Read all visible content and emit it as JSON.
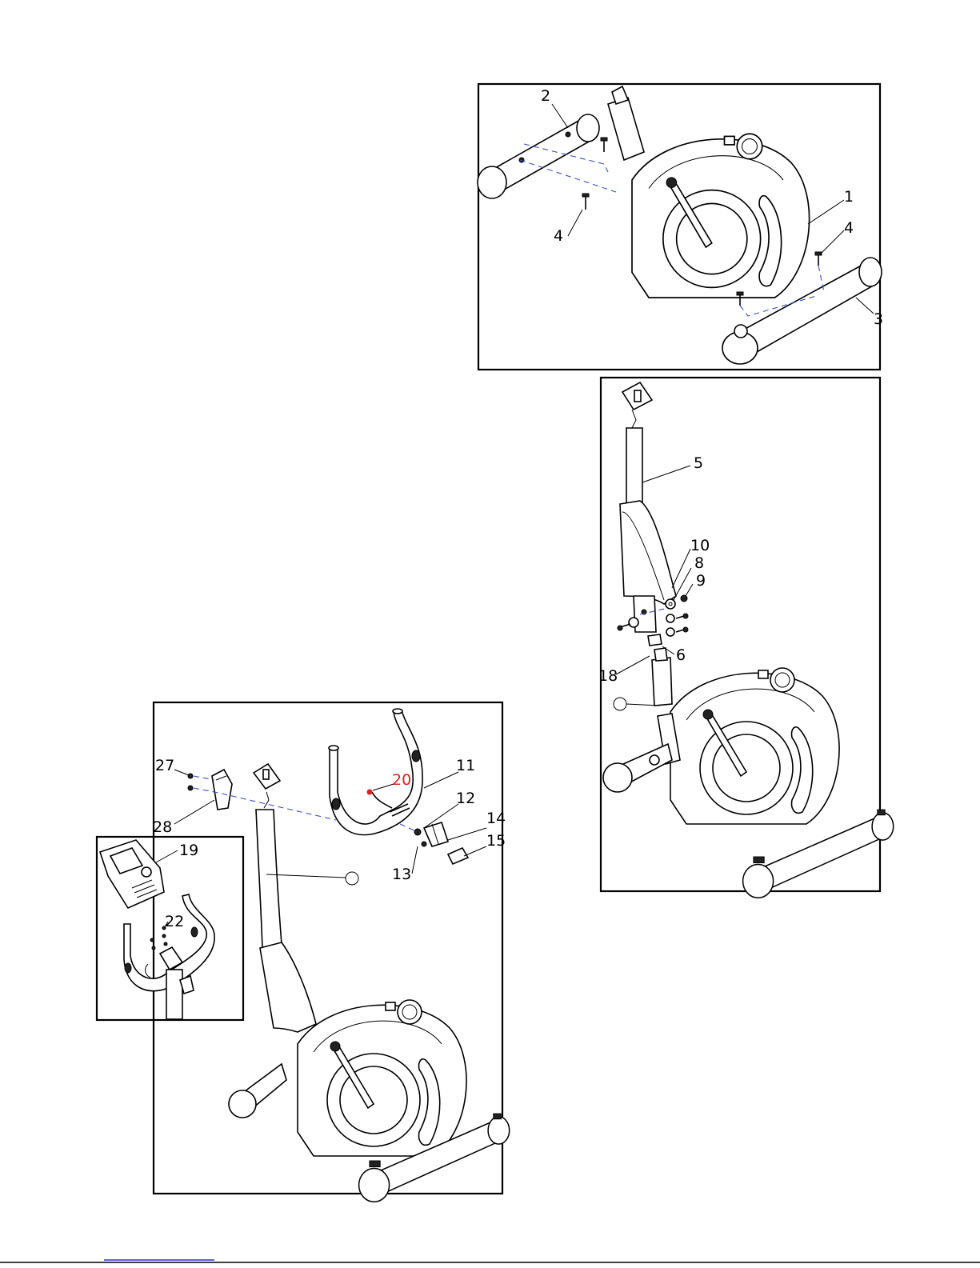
{
  "panel_a": {
    "labels": {
      "p1": "1",
      "p2": "2",
      "p3": "3",
      "p4a": "4",
      "p4b": "4"
    }
  },
  "panel_b": {
    "labels": {
      "p5": "5",
      "p6": "6",
      "p8": "8",
      "p9": "9",
      "p10": "10",
      "p18": "18"
    }
  },
  "panel_c": {
    "labels": {
      "p11": "11",
      "p12": "12",
      "p13": "13",
      "p14": "14",
      "p15": "15",
      "p20": "20",
      "p27": "27",
      "p28": "28"
    }
  },
  "inset": {
    "labels": {
      "p19": "19",
      "p22": "22"
    }
  },
  "colors": {
    "line": "#000000",
    "guide": "#3a4fc8",
    "highlight": "#e02020",
    "footer_link": "#2a2ad8"
  }
}
